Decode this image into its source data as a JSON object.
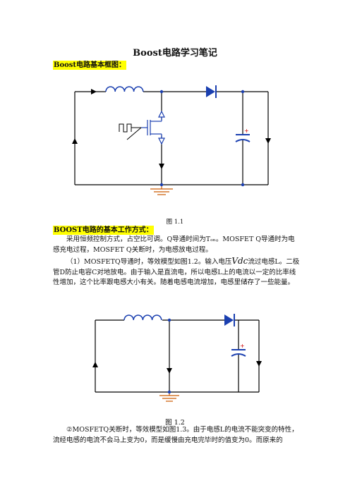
{
  "title": "Boost电路学习笔记",
  "section1_heading": "Boost电路基本框图：",
  "figure1_caption": "图 1.1",
  "section2_heading": "BOOST电路的基本工作方式：",
  "para1": "采用恒频控制方式，占空比可调。Q导通时间为Tₒₙ。MOSFET Q导通时为电感充电过程，MOSFET Q关断时，为电感放电过程。",
  "para2_part1": "（1）MOSFETQ导通时，等效模型如图1.2。输入电压",
  "para2_vdc": "Vdc",
  "para2_part2": "流过电感L。二极管D防止电容C对地放电。由于输入是直流电，所以电感L上的电流以一定的比率线性增加，这个比率跟电感大小有关。随着电感电流增加，电感里储存了一些能量。",
  "figure2_caption": "图 1.2",
  "para3": "②MOSFETQ关断时，等效模型如图1.3。由于电感L的电流不能突变的特性，流经电感的电流不会马上变为0，而是缓慢由充电完毕时的值变为0。而原来的",
  "colors": {
    "wire": "#000000",
    "component": "#1a3fb0",
    "node": "#1a3fb0",
    "ground": "#cc5a00",
    "capacitor_plus": "#cc0000",
    "highlight": "#ffff00"
  }
}
